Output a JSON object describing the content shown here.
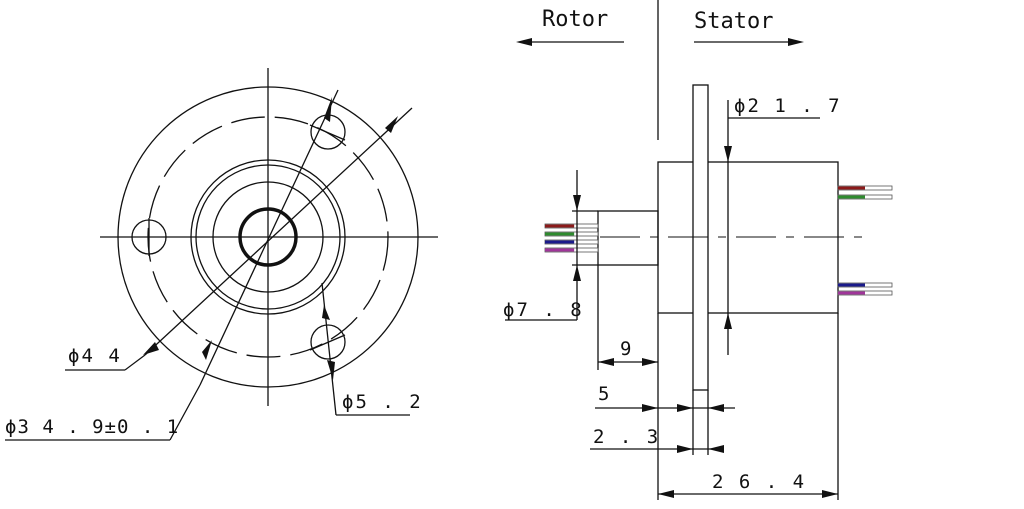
{
  "header": {
    "rotor_label": "Rotor",
    "stator_label": "Stator"
  },
  "front_view": {
    "dims": {
      "outer_diameter": "ϕ4 4",
      "bolt_circle": "ϕ3 4 . 9±0 . 1",
      "hole_diameter": "ϕ5 . 2"
    }
  },
  "side_view": {
    "dims": {
      "stator_diameter": "ϕ2 1 . 7",
      "rotor_diameter": "ϕ7 . 8",
      "rotor_length": "9",
      "flange_offset": "5",
      "flange_thickness": "2 . 3",
      "total_length": "2 6 . 4"
    },
    "wire_colors": [
      "#8b1a1a",
      "#2e8b2e",
      "#1a1a8b",
      "#a0359a"
    ]
  }
}
